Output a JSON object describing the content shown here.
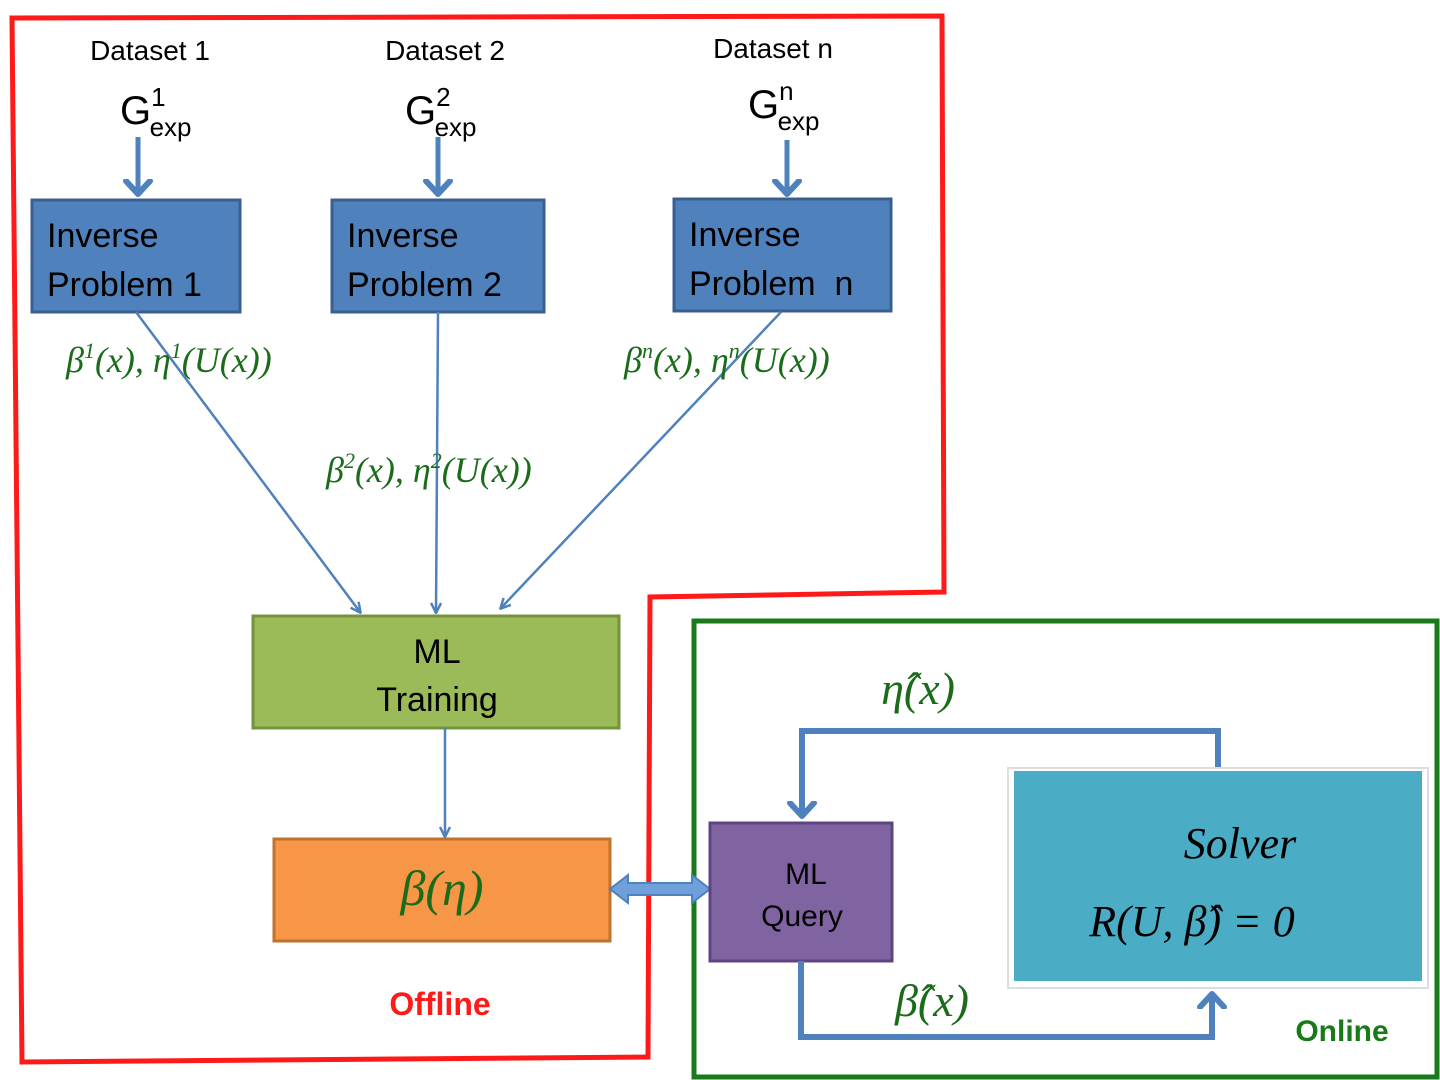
{
  "datasets": [
    {
      "title": "Dataset 1",
      "g_base": "G",
      "g_sup": "1",
      "g_sub": "exp"
    },
    {
      "title": "Dataset 2",
      "g_base": "G",
      "g_sup": "2",
      "g_sub": "exp"
    },
    {
      "title": "Dataset n",
      "g_base": "G",
      "g_sup": "n",
      "g_sub": "exp"
    }
  ],
  "inverse_problems": [
    {
      "line1": "Inverse",
      "line2": "Problem 1"
    },
    {
      "line1": "Inverse",
      "line2": "Problem 2"
    },
    {
      "line1": "Inverse",
      "line2": "Problem  n"
    }
  ],
  "edge_labels": [
    {
      "pre": "β",
      "sup1": "1",
      "mid": "(x), η",
      "sup2": "1",
      "post": "(U(x))"
    },
    {
      "pre": "β",
      "sup1": "2",
      "mid": "(x), η",
      "sup2": "2",
      "post": "(U(x))"
    },
    {
      "pre": "β",
      "sup1": "n",
      "mid": "(x), η",
      "sup2": "n",
      "post": "(U(x))"
    }
  ],
  "ml_training": {
    "line1": "ML",
    "line2": "Training"
  },
  "beta_eta": "β(η)",
  "offline_label": "Offline",
  "online_label": "Online",
  "ml_query": {
    "line1": "ML",
    "line2": "Query"
  },
  "solver": {
    "title": "Solver",
    "equation": "R(U, β̂) = 0"
  },
  "eta_hat": "η̂(x)",
  "beta_hat": "β̂(x)",
  "colors": {
    "offline_border": "#ff1a1a",
    "online_border": "#197a19",
    "inverse_fill": "#4f81bd",
    "inverse_stroke": "#3a5f8f",
    "training_fill": "#9bbb59",
    "training_stroke": "#76923c",
    "beta_fill": "#f79646",
    "beta_stroke": "#c0722f",
    "query_fill": "#8064a2",
    "query_stroke": "#5c4580",
    "solver_fill": "#4bacc6",
    "arrow": "#4f81bd",
    "math_green": "#1a6b1a",
    "offline_text": "#ff1a1a",
    "online_text": "#197a19"
  }
}
